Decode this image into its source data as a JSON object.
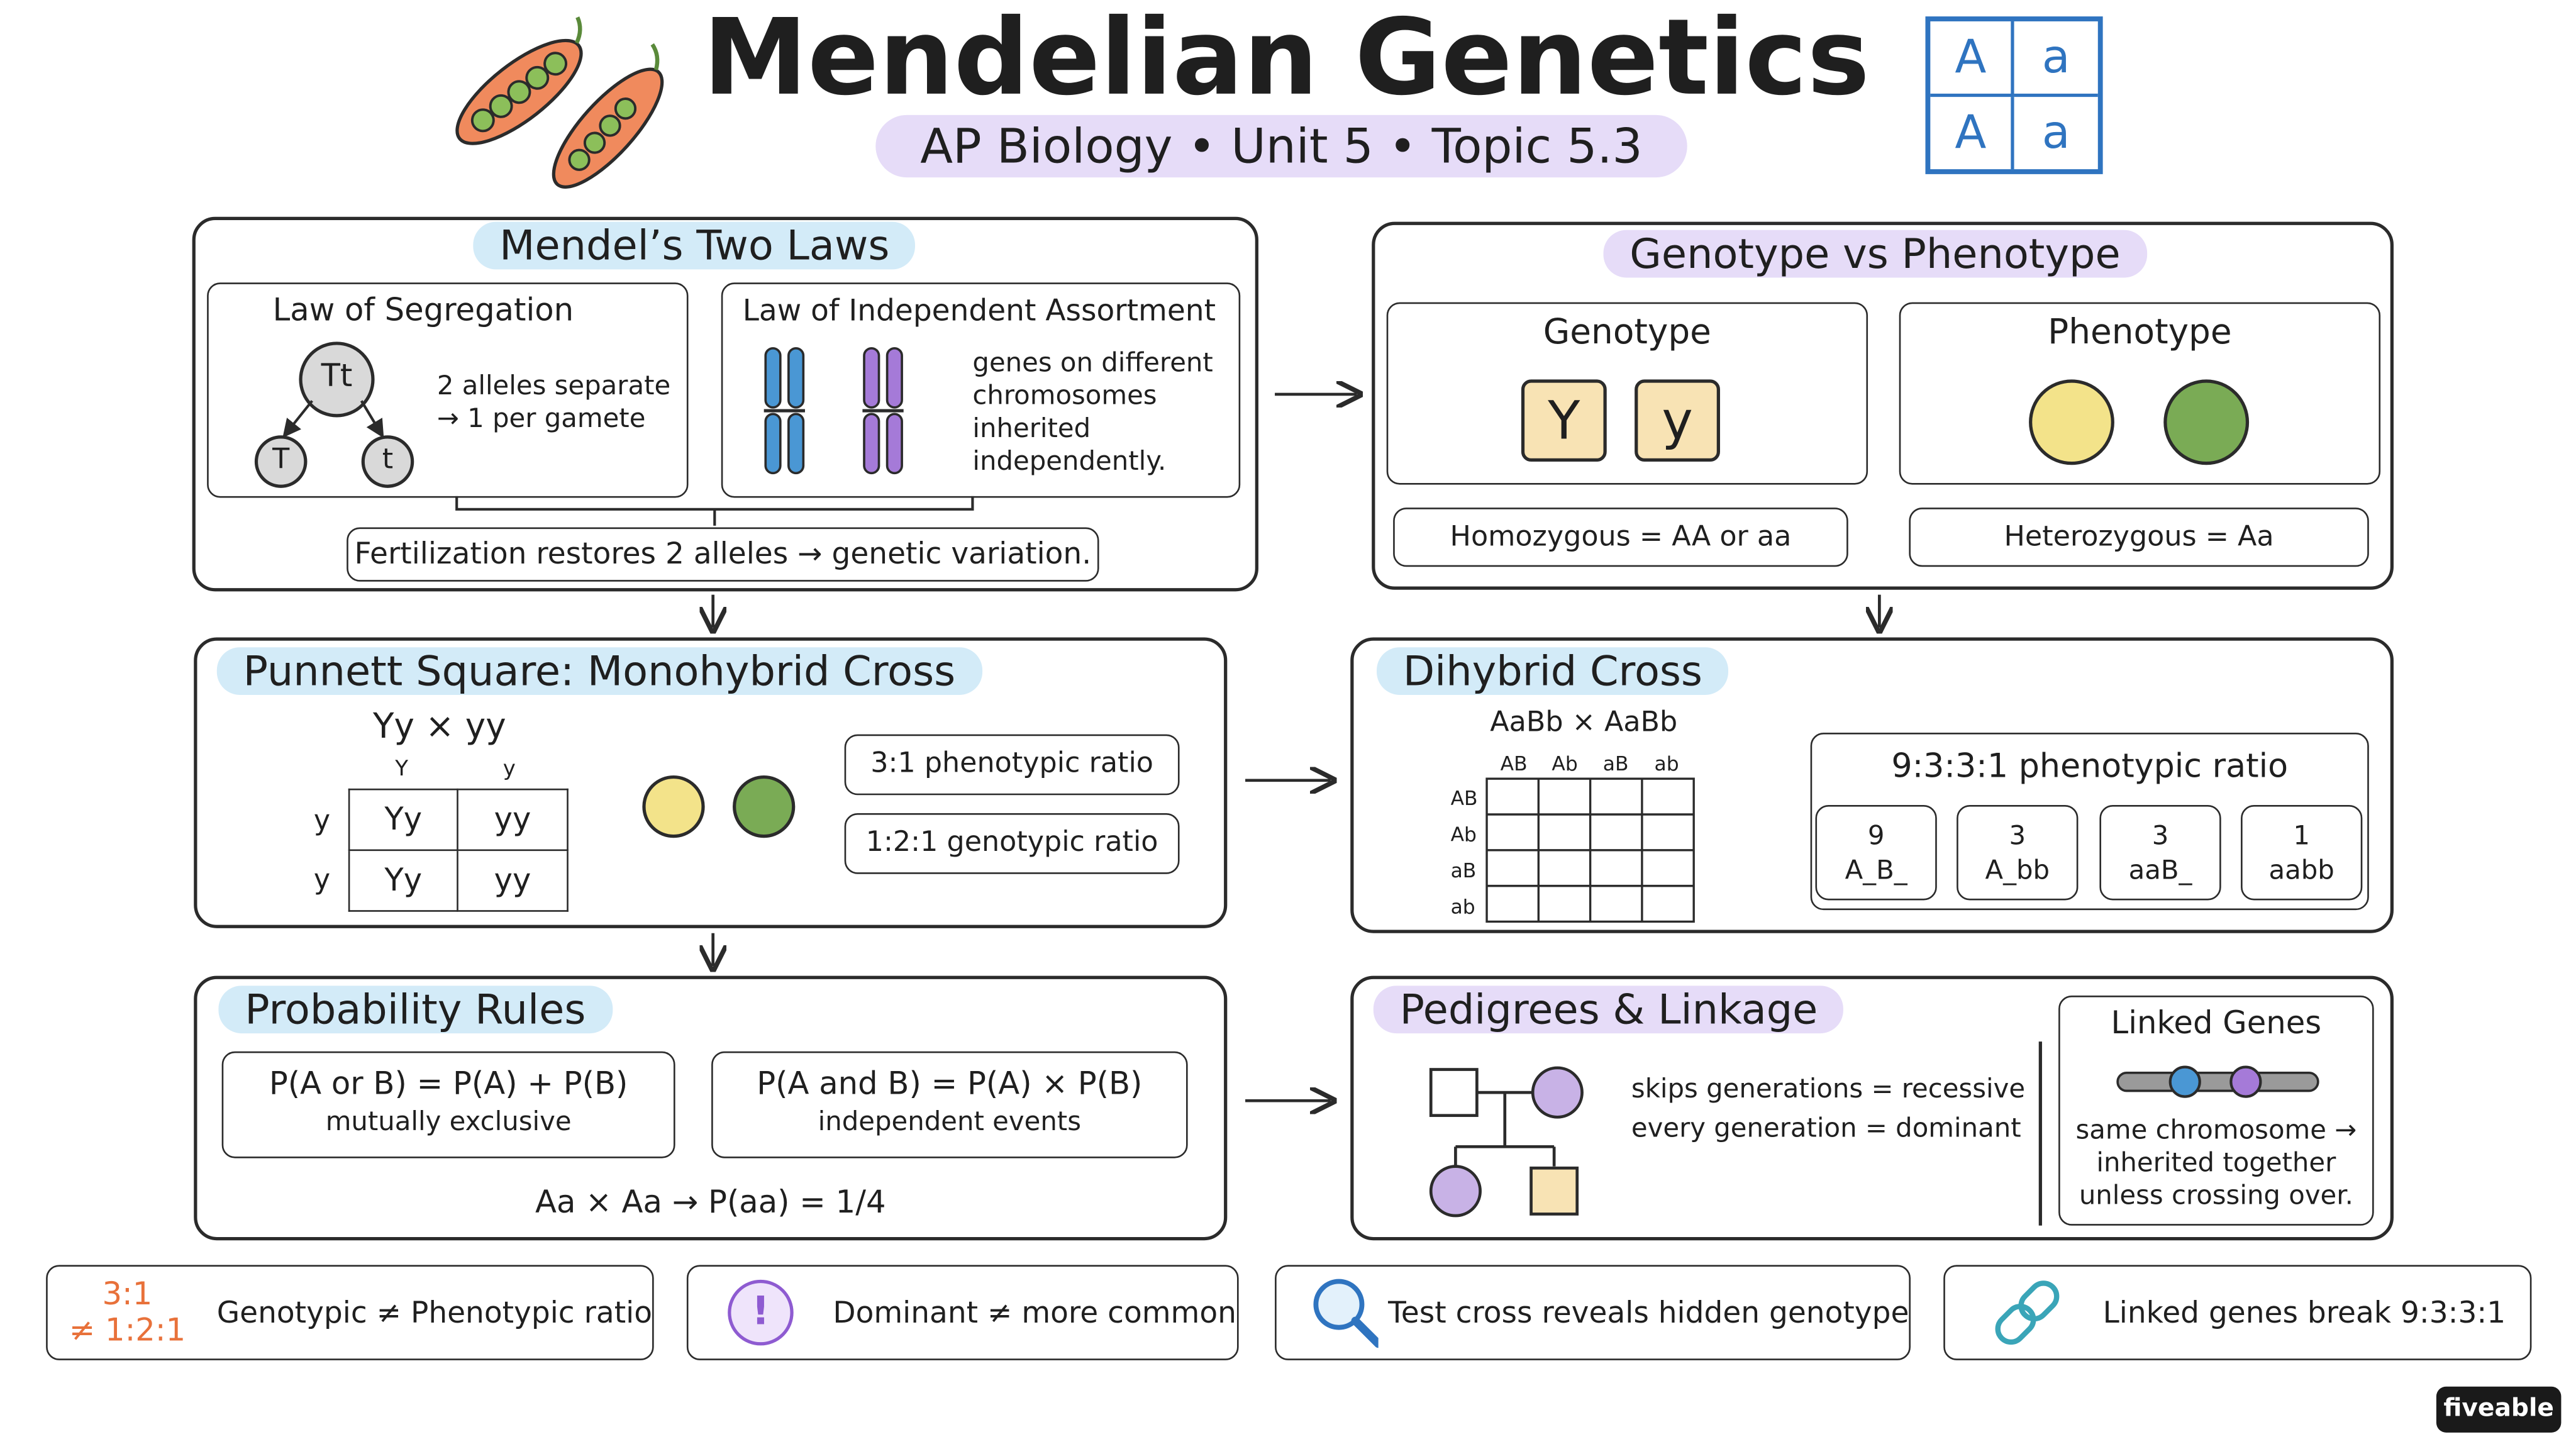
{
  "header": {
    "title": "Mendelian Genetics",
    "subtitle": "AP Biology • Unit 5 • Topic 5.3",
    "allele_tiles": [
      "A",
      "a",
      "A",
      "a"
    ]
  },
  "laws": {
    "title": "Mendel’s Two Laws",
    "segregation": {
      "title": "Law of Segregation",
      "parent": "Tt",
      "gamete_1": "T",
      "gamete_2": "t",
      "text_1": "2 alleles separate",
      "text_2": "→ 1 per gamete"
    },
    "assortment": {
      "title": "Law of Independent Assortment",
      "lines": [
        "genes on different",
        "chromosomes",
        "inherited",
        "independently."
      ]
    },
    "fertilization": "Fertilization restores 2 alleles → genetic variation."
  },
  "geno_pheno": {
    "title": "Genotype vs Phenotype",
    "genotype_label": "Genotype",
    "allele_big": "Y",
    "allele_small": "y",
    "phenotype_label": "Phenotype",
    "homozygous": "Homozygous = AA or aa",
    "heterozygous": "Heterozygous = Aa"
  },
  "monohybrid": {
    "title": "Punnett Square: Monohybrid Cross",
    "cross": "Yy × yy",
    "col_headers": [
      "Y",
      "y"
    ],
    "row_headers": [
      "y",
      "y"
    ],
    "cells": [
      [
        "Yy",
        "yy"
      ],
      [
        "Yy",
        "yy"
      ]
    ],
    "phenotypic_ratio": "3:1 phenotypic ratio",
    "genotypic_ratio": "1:2:1 genotypic ratio"
  },
  "dihybrid": {
    "title": "Dihybrid Cross",
    "cross": "AaBb × AaBb",
    "col_headers": [
      "AB",
      "Ab",
      "aB",
      "ab"
    ],
    "row_headers": [
      "AB",
      "Ab",
      "aB",
      "ab"
    ],
    "ratio_title": "9:3:3:1 phenotypic ratio",
    "ratio_boxes": [
      {
        "count": "9",
        "label": "A_B_"
      },
      {
        "count": "3",
        "label": "A_bb"
      },
      {
        "count": "3",
        "label": "aaB_"
      },
      {
        "count": "1",
        "label": "aabb"
      }
    ]
  },
  "probability": {
    "title": "Probability Rules",
    "or_rule": "P(A or B) = P(A) + P(B)",
    "or_note": "mutually exclusive",
    "and_rule": "P(A and B) = P(A) × P(B)",
    "and_note": "independent events",
    "example": "Aa × Aa → P(aa) = 1/4"
  },
  "pedigree": {
    "title": "Pedigrees & Linkage",
    "line_1": "skips generations = recessive",
    "line_2": "every generation = dominant",
    "linked_title": "Linked Genes",
    "linked_lines": [
      "same chromosome →",
      "inherited together",
      "unless crossing over."
    ]
  },
  "tips": [
    {
      "badge_top": "3:1",
      "badge_bottom": "≠ 1:2:1",
      "text": "Genotypic ≠ Phenotypic ratio"
    },
    {
      "icon": "!",
      "text": "Dominant ≠ more common"
    },
    {
      "text": "Test cross reveals hidden genotype"
    },
    {
      "text": "Linked genes break 9:3:3:1"
    }
  ],
  "brand": "fiveable",
  "colors": {
    "title_highlight_blue": "#d3ebf8",
    "title_highlight_purple": "#e6dcf8",
    "yellow_pea": "#f3e38a",
    "green_pea": "#7aab55",
    "chromosome_blue": "#4a97d4",
    "chromosome_purple": "#a57ad8",
    "tile_fill": "#f8e3b4",
    "pea_pod": "#f08a5d",
    "badge_orange": "#e8713a"
  }
}
